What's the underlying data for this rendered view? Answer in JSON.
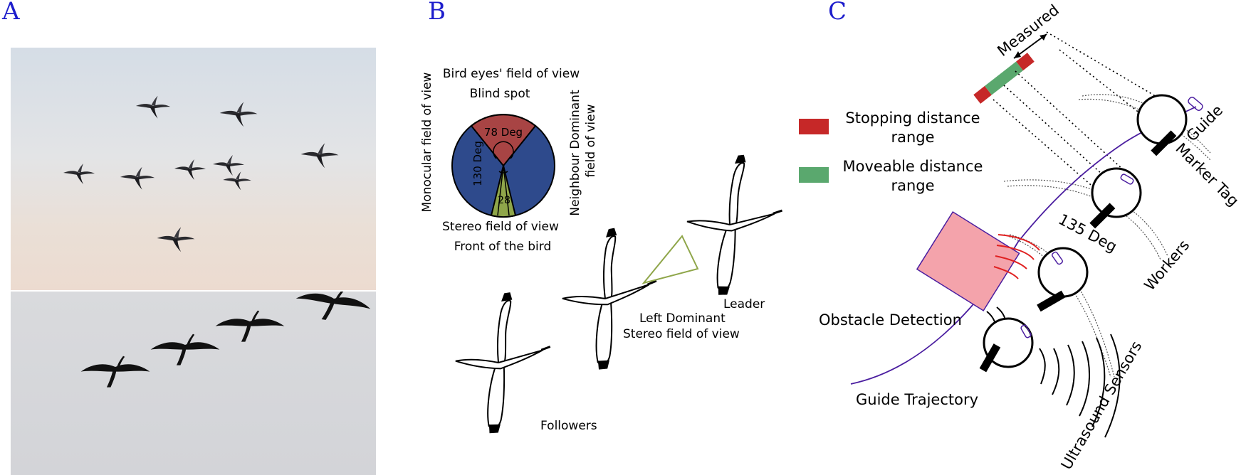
{
  "panels": {
    "a": "A",
    "b": "B",
    "c": "C"
  },
  "fov": {
    "title": "Bird eyes' field of view",
    "blind_spot": "Blind spot",
    "blind_angle": "78 Deg",
    "mono_angle": "130 Deg",
    "stereo_angle": "28",
    "stereo_label": "Stereo field of view",
    "front": "Front of the bird",
    "monocular": "Monocular field of view",
    "neighbour_1": "Neighbour Dominant",
    "neighbour_2": "field of view"
  },
  "formation": {
    "leader": "Leader",
    "left_dominant_1": "Left Dominant",
    "left_dominant_2": "Stereo field of view",
    "followers": "Followers"
  },
  "robots": {
    "legend": [
      {
        "label_1": "Stopping distance",
        "label_2": "range",
        "color": "#c62828"
      },
      {
        "label_1": "Moveable distance",
        "label_2": "range",
        "color": "#5aa86e"
      }
    ],
    "measured": "Measured",
    "guide": "Guide",
    "marker_tag": "Marker Tag",
    "angle": "135 Deg",
    "workers": "Workers",
    "obstacle": "Obstacle Detection",
    "trajectory": "Guide Trajectory",
    "sensors": "Ultrasound Sensors",
    "obstacle_color": "#f4a3ab",
    "trajectory_color": "#4b1ea0"
  },
  "colors": {
    "blind": "#a84444",
    "monocular": "#2e4a8c",
    "stereo": "#8fa64a"
  }
}
